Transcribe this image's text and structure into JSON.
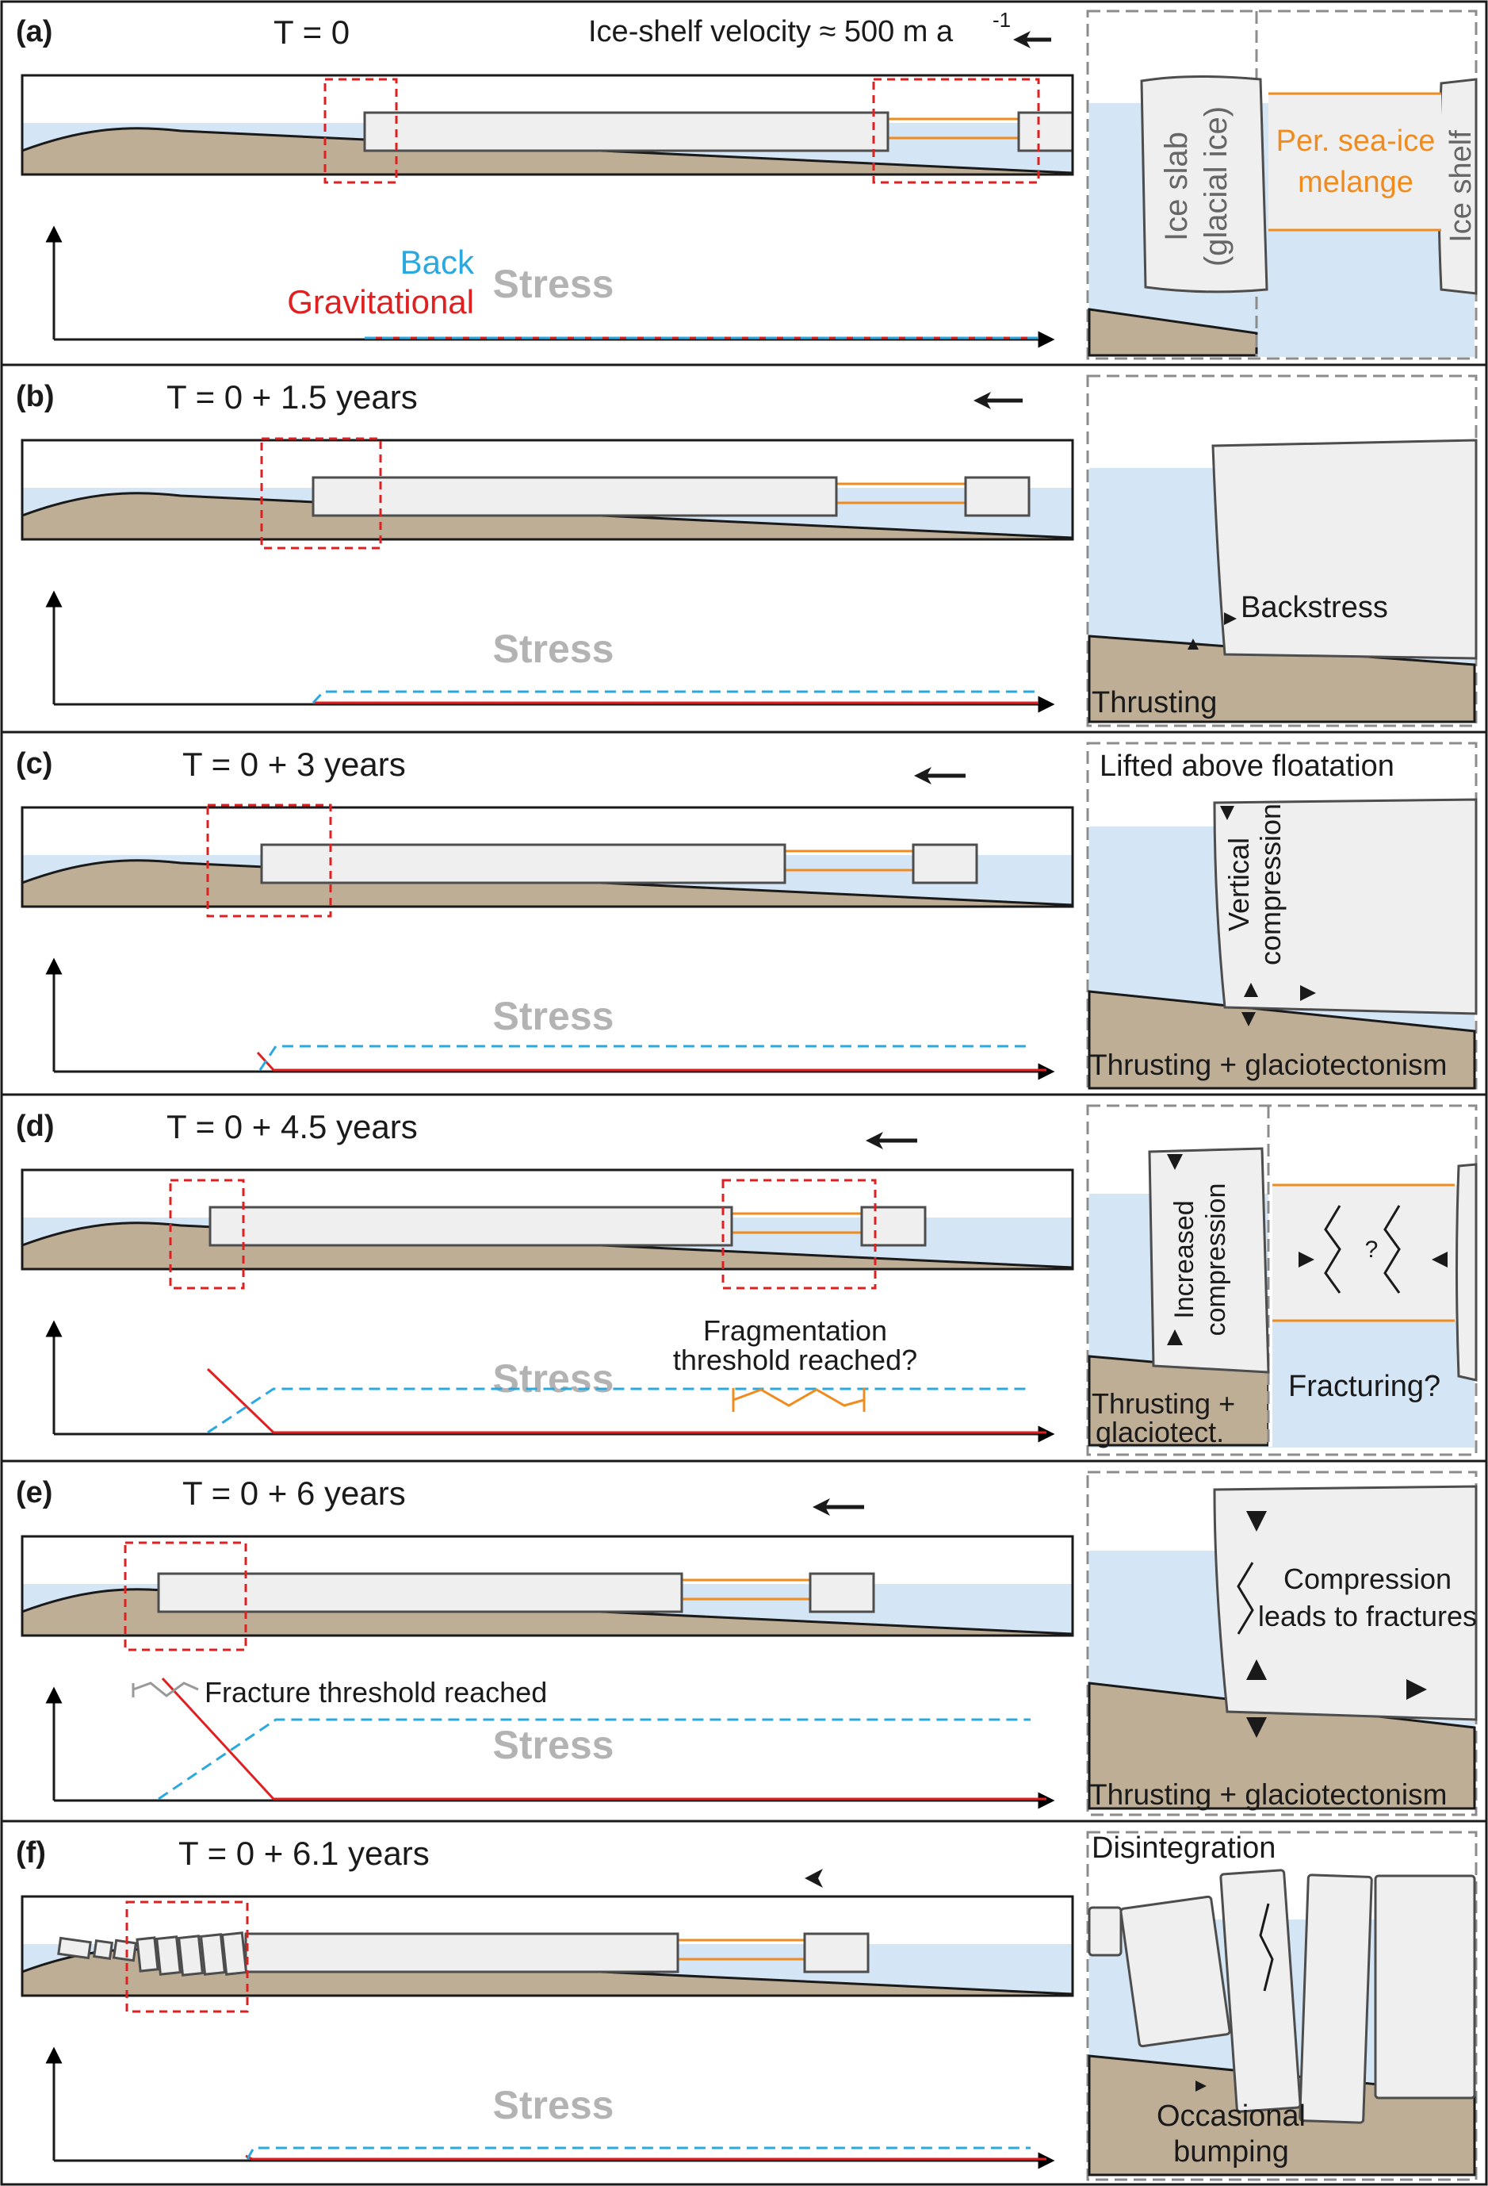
{
  "colors": {
    "water": "#d4e5f5",
    "bed": "#bfae96",
    "ice": "#efefef",
    "ice_stroke": "#4d4d4d",
    "melange": "#f08c1e",
    "back_stress": "#2aa8e0",
    "grav_stress": "#e02020",
    "zoom_box": "#e02020",
    "inset_border": "#8c8c8c",
    "stress_label": "#b3b3b3"
  },
  "velocity_label": "Ice-shelf velocity ≈ 500 m a",
  "velocity_exp": "-1",
  "stress_word": "Stress",
  "panels": [
    {
      "label": "(a)",
      "time": "T = 0",
      "legend_back": "Back",
      "legend_grav": "Gravitational",
      "inset_ice_slab_1": "Ice slab",
      "inset_ice_slab_2": "(glacial ice)",
      "inset_melange_1": "Per. sea-ice",
      "inset_melange_2": "melange",
      "inset_ice_shelf": "Ice shelf"
    },
    {
      "label": "(b)",
      "time": "T = 0 + 1.5 years",
      "inset_backstress": "Backstress",
      "inset_thrusting": "Thrusting"
    },
    {
      "label": "(c)",
      "time": "T = 0 + 3 years",
      "inset_lifted": "Lifted above floatation",
      "inset_vertical": "Vertical",
      "inset_compression": "compression",
      "inset_thrusting": "Thrusting + glaciotectonism"
    },
    {
      "label": "(d)",
      "time": "T = 0 + 4.5 years",
      "fragmentation_1": "Fragmentation",
      "fragmentation_2": "threshold reached?",
      "inset_increased": "Increased",
      "inset_compression": "compression",
      "inset_question": "?",
      "inset_thrusting_1": "Thrusting +",
      "inset_thrusting_2": "glaciotect.",
      "inset_fracturing": "Fracturing?"
    },
    {
      "label": "(e)",
      "time": "T = 0 + 6 years",
      "fracture_threshold": "Fracture threshold reached",
      "inset_comp_1": "Compression",
      "inset_comp_2": "leads to fractures",
      "inset_thrusting": "Thrusting + glaciotectonism"
    },
    {
      "label": "(f)",
      "time": "T = 0 + 6.1 years",
      "inset_disintegration": "Disintegration",
      "inset_occasional_1": "Occasional",
      "inset_occasional_2": "bumping"
    }
  ]
}
